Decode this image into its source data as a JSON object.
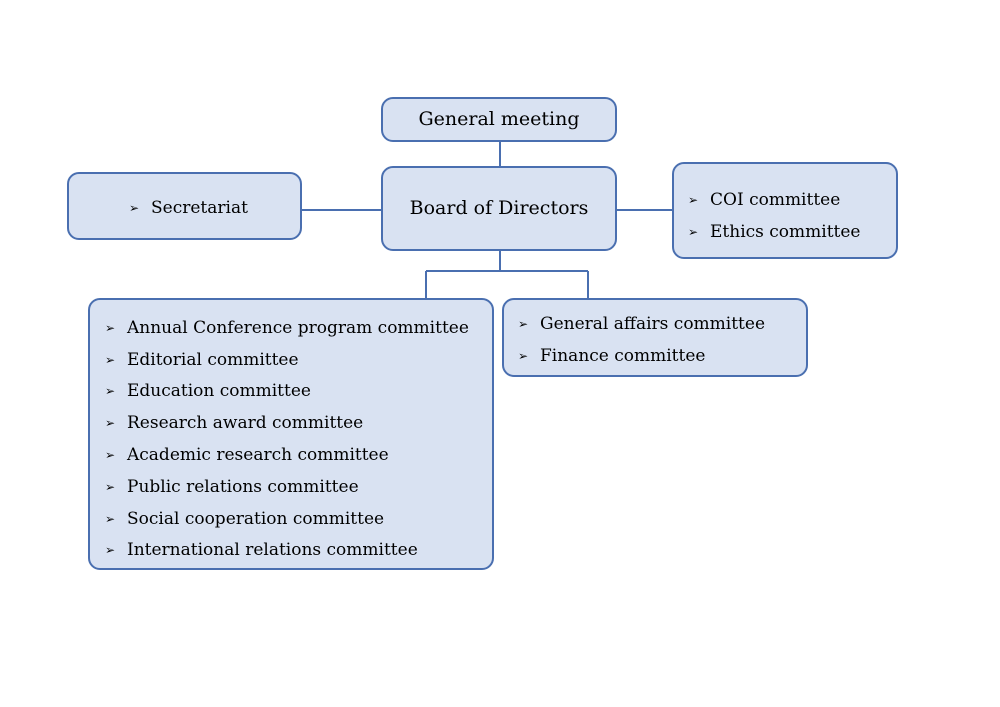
{
  "diagram": {
    "general_meeting": "General meeting",
    "board": "Board of Directors",
    "secretariat": [
      "Secretariat"
    ],
    "right_group": [
      "COI committee",
      "Ethics committee"
    ],
    "bottom_left_group": [
      "Annual Conference program committee",
      "Editorial committee",
      "Education committee",
      "Research award committee",
      "Academic research committee",
      "Public relations committee",
      "Social cooperation committee",
      "International relations committee"
    ],
    "bottom_right_group": [
      "General affairs committee",
      "Finance committee"
    ],
    "bullet_glyph": "➢",
    "colors": {
      "box_fill": "#d9e2f2",
      "box_border": "#4a6fb0",
      "connector": "#4a6fb0"
    }
  }
}
